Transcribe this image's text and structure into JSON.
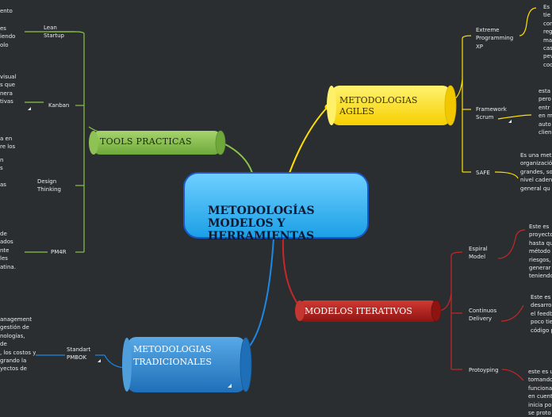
{
  "central": {
    "title": "METODOLOGÍAS\nMODELOS Y\nHERRAMIENTAS"
  },
  "branches": {
    "tools": {
      "title": "TOOLS PRACTICAS",
      "color": "#8bc34a",
      "children": [
        {
          "label": "Lean\nStartup",
          "snippet": "es\niendo\nolo"
        },
        {
          "label": "Kanban",
          "snippet": "visual\ns que\nnera\ntivas"
        },
        {
          "label": "Design\nThinking",
          "snippet": "n\ns\n\nas"
        },
        {
          "label": "PM4R",
          "snippet": "de\nados\nnte\nles\natina."
        }
      ],
      "top_snippet": "ento",
      "mid_snippet": "a en\nre los"
    },
    "agiles": {
      "title": "METODOLOGIAS\nAGILES",
      "color": "#ffe000",
      "children": [
        {
          "label": "Extreme\nProgramming\nXP",
          "snippet": "Es\ntie\ncon\nreg\nma\ncas\npev\ncoo"
        },
        {
          "label": "Framework\nScrum",
          "snippet": "esta\npero\nentr\nen m\nauto\nclien"
        },
        {
          "label": "SAFE",
          "snippet": "Es una met\norganizació\ngrandes, so\nnivel caden\ngeneral qu"
        }
      ]
    },
    "iterativos": {
      "title": "MODELOS ITERATIVOS",
      "color": "#b71c1c",
      "children": [
        {
          "label": "Espiral\nModel",
          "snippet": "Este es\nproyecto\nhasta qu\nmétodo\nriesgos,\ngenerar\nteniendo"
        },
        {
          "label": "Continuos\nDelivery",
          "snippet": "Este es\ndesarro\nel feedb\npoco tie\ncódigo p"
        },
        {
          "label": "Protoyping",
          "snippet": "este es u\ntomando\nfunciona\nen cuent\ninicia po\nse proto"
        }
      ]
    },
    "tradicionales": {
      "title": "METODOLOGIAS\nTRADICIONALES",
      "color": "#1e88e5",
      "children": [
        {
          "label": "Standart\nPMBOK",
          "snippet": "anagement\ngestión de\nnologías,\nde\n, los costos y\ngrando la\nyectos de"
        }
      ]
    }
  }
}
